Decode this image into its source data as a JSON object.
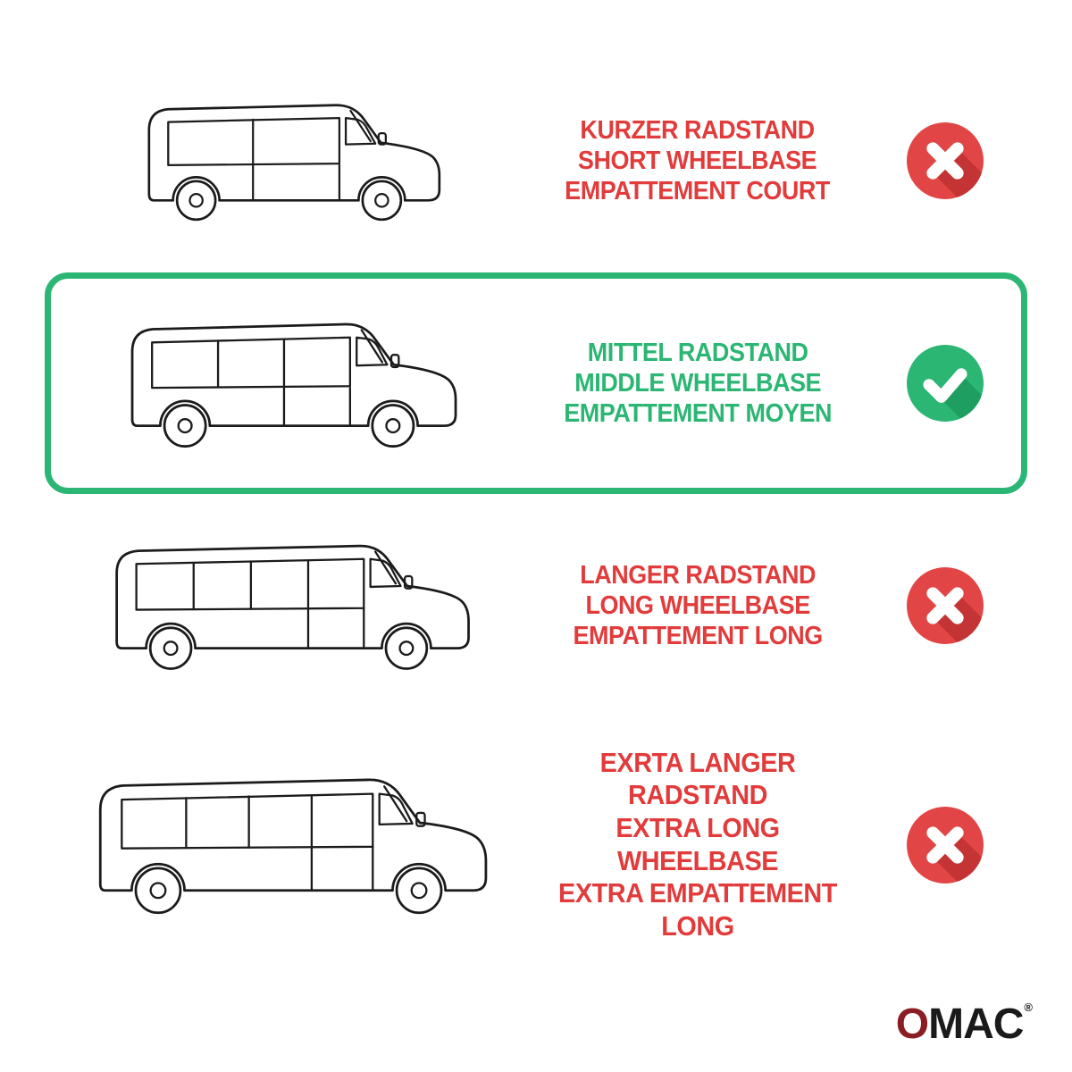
{
  "rows": [
    {
      "id": "short-wheelbase",
      "status": "not-compatible",
      "icon": "cross-icon",
      "label_lines": [
        "KURZER RADSTAND",
        "SHORT WHEELBASE",
        "EMPATTEMENT COURT"
      ]
    },
    {
      "id": "middle-wheelbase",
      "status": "compatible",
      "icon": "check-icon",
      "label_lines": [
        "MITTEL RADSTAND",
        "MIDDLE WHEELBASE",
        "EMPATTEMENT MOYEN"
      ]
    },
    {
      "id": "long-wheelbase",
      "status": "not-compatible",
      "icon": "cross-icon",
      "label_lines": [
        "LANGER RADSTAND",
        "LONG WHEELBASE",
        "EMPATTEMENT LONG"
      ]
    },
    {
      "id": "extra-long-wheelbase",
      "status": "not-compatible",
      "icon": "cross-icon",
      "label_lines": [
        "EXRTA LANGER RADSTAND",
        "EXTRA LONG WHEELBASE",
        "EXTRA EMPATTEMENT LONG"
      ]
    }
  ],
  "colors": {
    "accent_red": "#E23B3B",
    "accent_green": "#2BB673",
    "icon_red": "#E24545",
    "icon_red_shadow": "#C43434",
    "icon_green": "#2BB673",
    "icon_green_shadow": "#1F9E62",
    "highlight_border": "#2BB673",
    "line_art": "#1B1B1B",
    "logo_red": "#8B1E24"
  },
  "logo": {
    "red_letter": "O",
    "black_letters": "MAC",
    "registered_mark": "®"
  }
}
